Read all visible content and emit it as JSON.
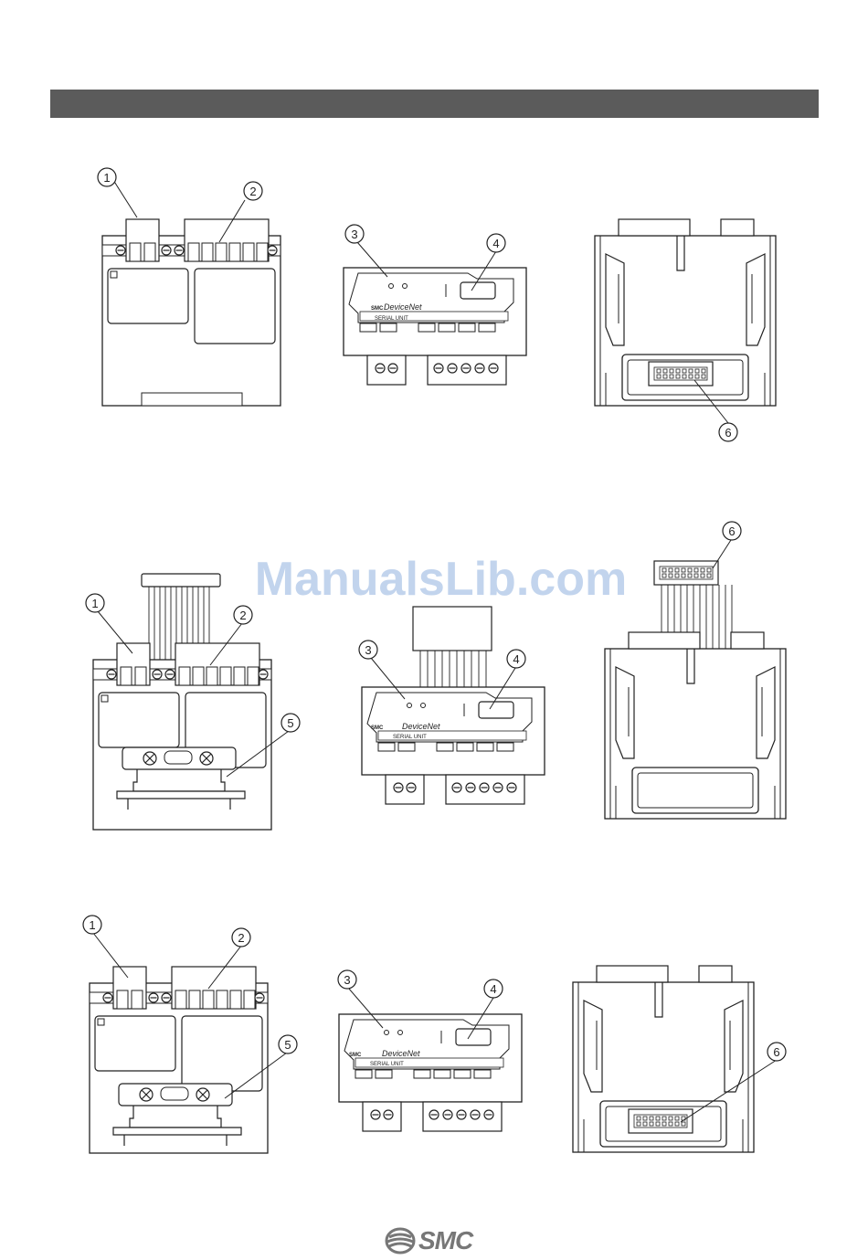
{
  "callouts": [
    "1",
    "2",
    "3",
    "4",
    "5",
    "6"
  ],
  "device": {
    "brand": "SMC",
    "network": "DeviceNet",
    "unit_label": "SERIAL UNIT"
  },
  "watermark": "ManualsLib.com",
  "footer": {
    "logo_text": "SMC"
  },
  "colors": {
    "header_bar": "#5b5b5b",
    "line": "#222222",
    "watermark": "#8fb2df"
  }
}
